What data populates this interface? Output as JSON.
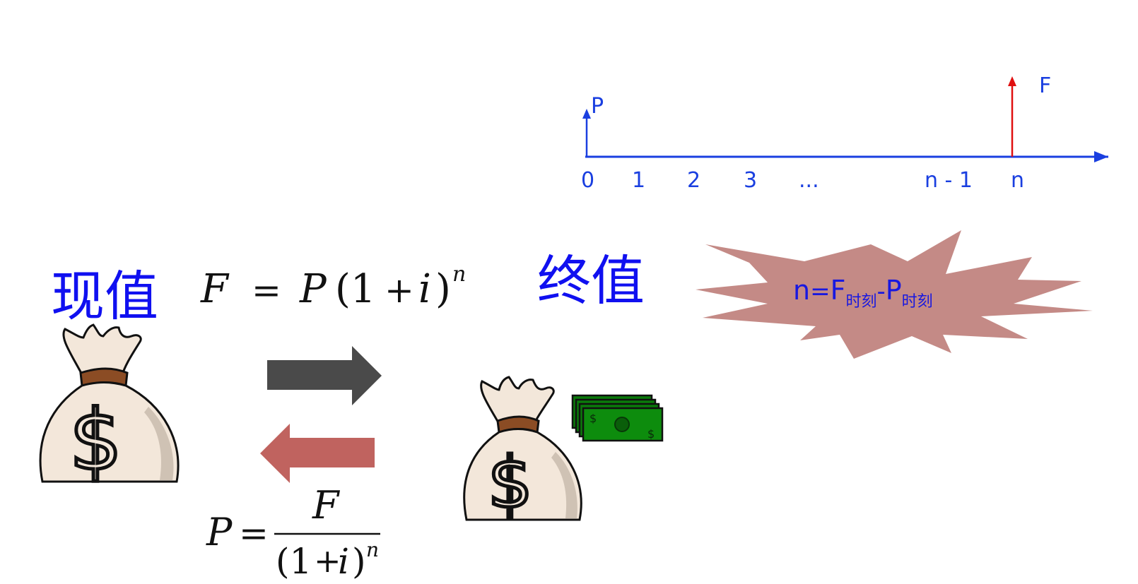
{
  "timeline": {
    "ticks": [
      "0",
      "1",
      "2",
      "3",
      "...",
      "n - 1",
      "n"
    ],
    "p_label": "P",
    "f_label": "F",
    "axis_color": "#1a3fe0",
    "f_arrow_color": "#e01010"
  },
  "present_value": {
    "label": "现值",
    "formula_F": "F",
    "formula_eq": "=",
    "formula_P": "P",
    "formula_open": "(1",
    "formula_plus": "+",
    "formula_i": "i",
    "formula_close": ")",
    "formula_exp": "n"
  },
  "future_value": {
    "label": "终值"
  },
  "inverse_formula": {
    "lhs": "P",
    "eq": "=",
    "numerator": "F",
    "den_open": "(1",
    "den_plus": "+",
    "den_i": "i",
    "den_close": ")",
    "den_exp": "n"
  },
  "starburst": {
    "n": "n",
    "eq": "=",
    "f": "F",
    "sub1": "时刻",
    "minus": "-",
    "p": "P",
    "sub2": "时刻",
    "fill_color": "#c48a86"
  },
  "money_bag_sign": "$",
  "cash_sign": "$",
  "arrows": {
    "forward_color": "#4a4a4a",
    "backward_color": "#c0635f"
  }
}
